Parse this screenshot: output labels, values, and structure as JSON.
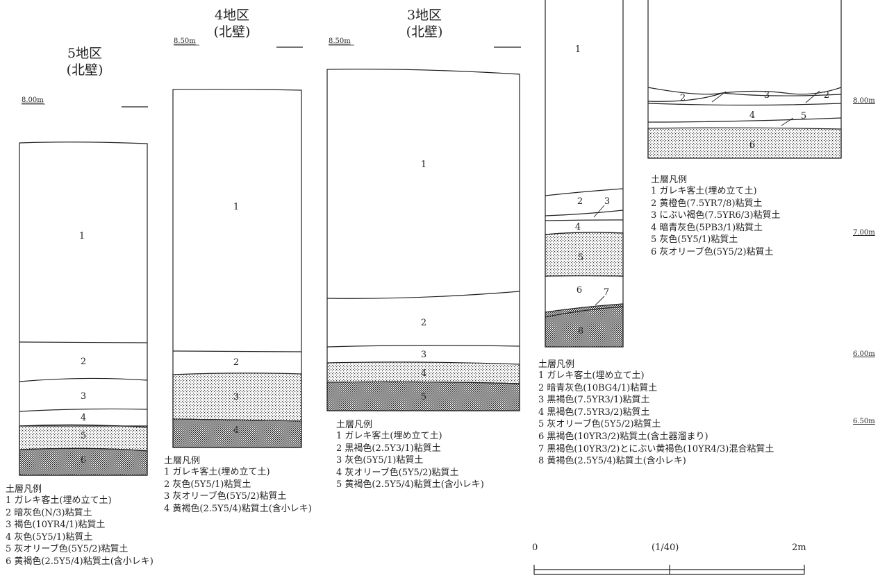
{
  "sections": {
    "s5": {
      "title_line1": "5地区",
      "title_line2": "(北壁)",
      "elevation": "8.00m",
      "legend_title": "土層凡例",
      "legend": [
        "1 ガレキ客土(埋め立て土)",
        "2 暗灰色(N/3)粘質土",
        "3 褐色(10YR4/1)粘質土",
        "4 灰色(5Y5/1)粘質土",
        "5 灰オリーブ色(5Y5/2)粘質土",
        "6 黄褐色(2.5Y5/4)粘質土(含小レキ)"
      ],
      "layer_labels": [
        "1",
        "2",
        "3",
        "4",
        "5",
        "6"
      ]
    },
    "s4": {
      "title_line1": "4地区",
      "title_line2": "(北壁)",
      "elevation": "8.50m",
      "legend_title": "土層凡例",
      "legend": [
        "1 ガレキ客土(埋め立て土)",
        "2 灰色(5Y5/1)粘質土",
        "3 灰オリーブ色(5Y5/2)粘質土",
        "4 黄褐色(2.5Y5/4)粘質土(含小レキ)"
      ],
      "layer_labels": [
        "1",
        "2",
        "3",
        "4"
      ]
    },
    "s3": {
      "title_line1": "3地区",
      "title_line2": "(北壁)",
      "elevation": "8.50m",
      "legend_title": "土層凡例",
      "legend": [
        "1 ガレキ客土(埋め立て土)",
        "2 黒褐色(2.5Y3/1)粘質土",
        "3 灰色(5Y5/1)粘質土",
        "4 灰オリーブ色(5Y5/2)粘質土",
        "5 黄褐色(2.5Y5/4)粘質土(含小レキ)"
      ],
      "layer_labels": [
        "1",
        "2",
        "3",
        "4",
        "5"
      ]
    },
    "s2": {
      "legend_title": "土層凡例",
      "legend": [
        "1 ガレキ客土(埋め立て土)",
        "2 暗青灰色(10BG4/1)粘質土",
        "3 黒褐色(7.5YR3/1)粘質土",
        "4 黒褐色(7.5YR3/2)粘質土",
        "5 灰オリーブ色(5Y5/2)粘質土",
        "6 黒褐色(10YR3/2)粘質土(含土器溜まり)",
        "7 黒褐色(10YR3/2)とにぶい黄褐色(10YR4/3)混合粘質土",
        "8 黄褐色(2.5Y5/4)粘質土(含小レキ)"
      ],
      "layer_labels": [
        "1",
        "2",
        "3",
        "4",
        "5",
        "6",
        "7",
        "8"
      ]
    },
    "s1": {
      "legend_title": "土層凡例",
      "legend": [
        "1 ガレキ客土(埋め立て土)",
        "2 黄橙色(7.5YR7/8)粘質土",
        "3 にぶい褐色(7.5YR6/3)粘質土",
        "4 暗青灰色(5PB3/1)粘質土",
        "5 灰色(5Y5/1)粘質土",
        "6 灰オリーブ色(5Y5/2)粘質土"
      ],
      "layer_labels": [
        "2",
        "3",
        "2",
        "4",
        "5",
        "6"
      ]
    }
  },
  "right_elevations": [
    "8.00m",
    "7.00m",
    "6.00m",
    "6.50m"
  ],
  "scale_bar": {
    "zero": "0",
    "ratio": "(1/40)",
    "end": "2m"
  }
}
